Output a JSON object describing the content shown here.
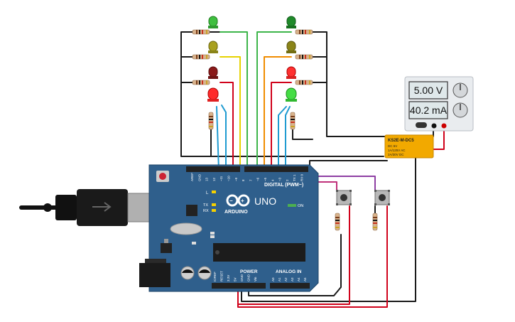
{
  "power_supply": {
    "voltage": "5.00 V",
    "current": "40.2 mA"
  },
  "relay": {
    "model": "KS2E-M-DC5",
    "line1": "DC 5V",
    "line2": "1A/125V AC",
    "line3": "2A/30V DC"
  },
  "arduino": {
    "brand": "ARDUINO",
    "model": "UNO",
    "digital_label": "DIGITAL (PWM~)",
    "power_label": "POWER",
    "analog_label": "ANALOG IN",
    "on_label": "ON",
    "l_label": "L",
    "tx_label": "TX",
    "rx_label": "RX",
    "digital_pins": [
      "AREF",
      "GND",
      "13",
      "12",
      "~11",
      "~10",
      "~9",
      "8",
      "7",
      "~6",
      "~5",
      "4",
      "~3",
      "2",
      "TX 1",
      "RX 0"
    ],
    "power_pins": [
      "IOREF",
      "RESET",
      "3.3V",
      "5V",
      "GND",
      "GND",
      "Vin"
    ],
    "analog_pins": [
      "A0",
      "A1",
      "A2",
      "A3",
      "A4",
      "A5"
    ]
  },
  "colors": {
    "board": "#2f5f8c",
    "board_dark": "#234b70",
    "relay": "#f2a900",
    "wire_black": "#1a1a1a",
    "wire_red": "#d0021b",
    "wire_green": "#3db54a",
    "wire_yellow": "#e6d200",
    "wire_orange": "#f08c00",
    "wire_blue": "#1f9bd1",
    "wire_purple": "#8e3fa3",
    "wire_magenta": "#c0307a"
  },
  "leds": [
    "green",
    "olive",
    "darkred",
    "red",
    "green",
    "olive",
    "red",
    "green"
  ]
}
